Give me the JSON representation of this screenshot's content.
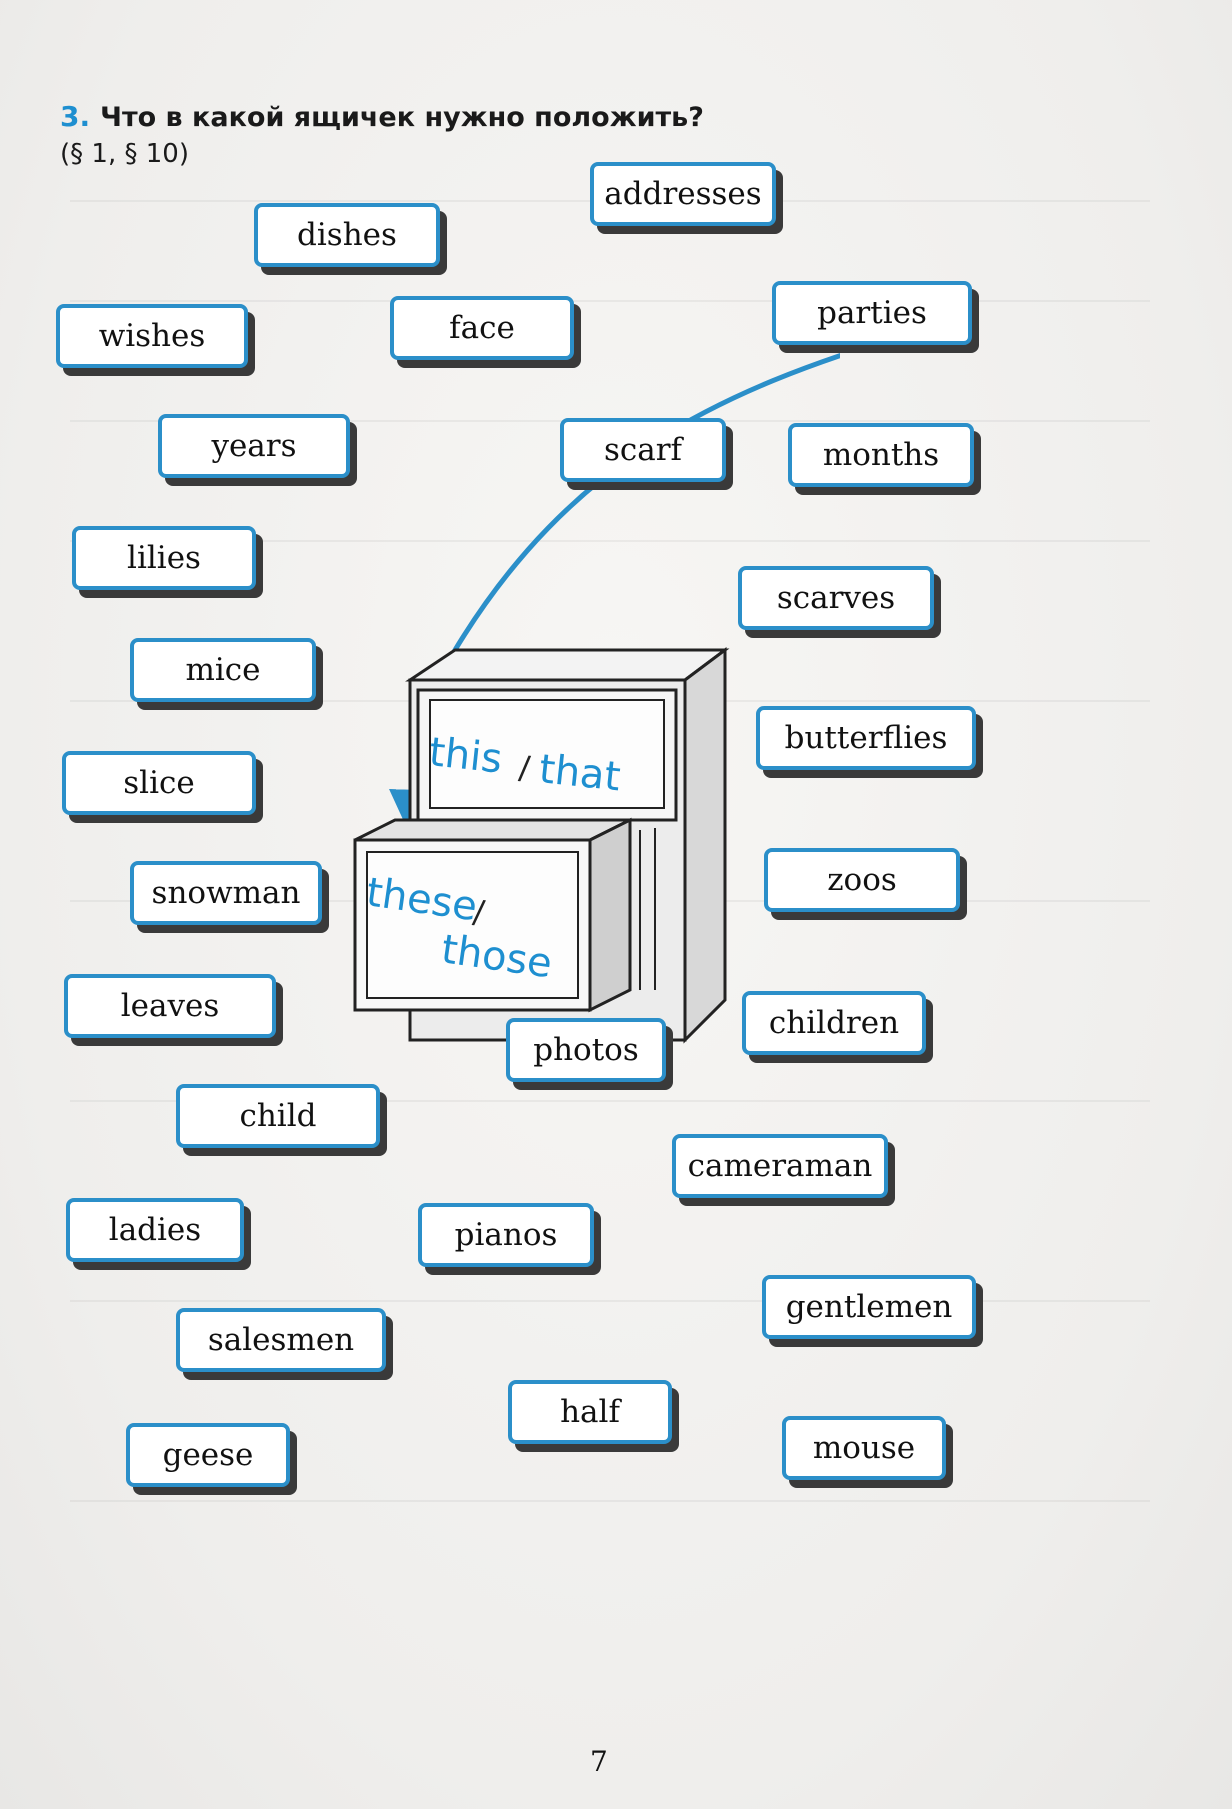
{
  "header": {
    "number": "3.",
    "title": "Что в какой ящичек нужно положить?",
    "refs": "(§ 1,  § 10)"
  },
  "drawer": {
    "top_label_1": "this",
    "top_label_sep": "/",
    "top_label_2": "that",
    "bottom_label_1": "these",
    "bottom_label_sep": "/",
    "bottom_label_2": "those"
  },
  "cards": [
    {
      "id": "dishes",
      "text": "dishes"
    },
    {
      "id": "addresses",
      "text": "addresses"
    },
    {
      "id": "wishes",
      "text": "wishes"
    },
    {
      "id": "face",
      "text": "face"
    },
    {
      "id": "parties",
      "text": "parties"
    },
    {
      "id": "years",
      "text": "years"
    },
    {
      "id": "scarf",
      "text": "scarf"
    },
    {
      "id": "months",
      "text": "months"
    },
    {
      "id": "lilies",
      "text": "lilies"
    },
    {
      "id": "scarves",
      "text": "scarves"
    },
    {
      "id": "mice",
      "text": "mice"
    },
    {
      "id": "butterflies",
      "text": "butterflies"
    },
    {
      "id": "slice",
      "text": "slice"
    },
    {
      "id": "zoos",
      "text": "zoos"
    },
    {
      "id": "snowman",
      "text": "snowman"
    },
    {
      "id": "leaves",
      "text": "leaves"
    },
    {
      "id": "children",
      "text": "children"
    },
    {
      "id": "photos",
      "text": "photos"
    },
    {
      "id": "child",
      "text": "child"
    },
    {
      "id": "cameraman",
      "text": "cameraman"
    },
    {
      "id": "ladies",
      "text": "ladies"
    },
    {
      "id": "pianos",
      "text": "pianos"
    },
    {
      "id": "gentlemen",
      "text": "gentlemen"
    },
    {
      "id": "salesmen",
      "text": "salesmen"
    },
    {
      "id": "half",
      "text": "half"
    },
    {
      "id": "geese",
      "text": "geese"
    },
    {
      "id": "mouse",
      "text": "mouse"
    }
  ],
  "page_number": "7",
  "colors": {
    "accent_blue": "#2b8fc9",
    "card_shadow": "#3a3a3a",
    "header_number": "#1e8fd0"
  }
}
